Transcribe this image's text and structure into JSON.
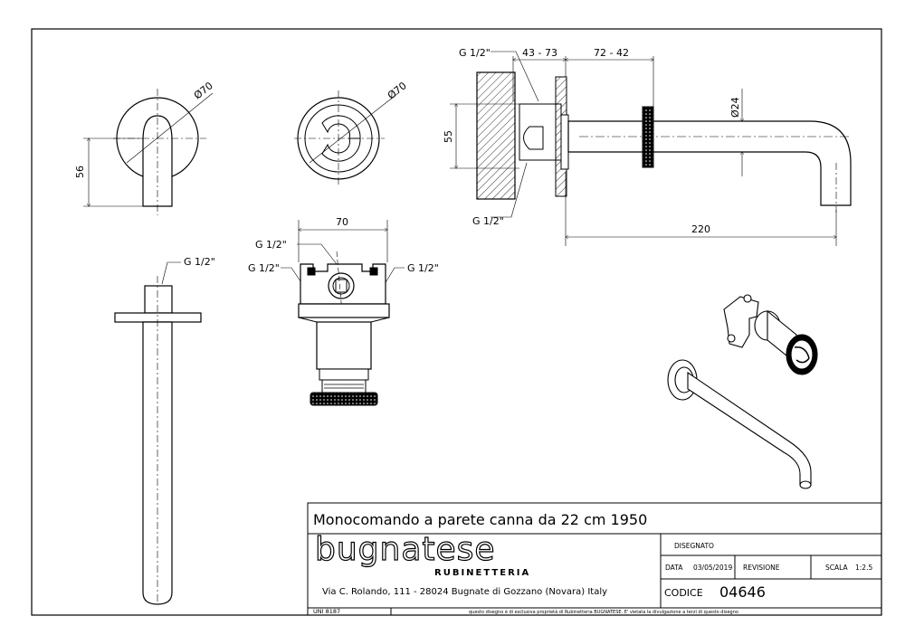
{
  "title_block": {
    "title": "Monocomando a parete canna da 22 cm 1950",
    "logo_main": "bugnatese",
    "logo_sub": "RUBINETTERIA",
    "address": "Via C. Rolando, 111 - 28024 Bugnate di Gozzano (Novara) Italy",
    "disegnato_label": "DISEGNATO",
    "data_label": "DATA",
    "data_value": "03/05/2019",
    "revisione_label": "REVISIONE",
    "scala_label": "SCALA",
    "scala_value": "1:2.5",
    "codice_label": "CODICE",
    "codice_value": "04646",
    "uni_label": "UNI 8187",
    "footer_note": "questo disegno è di esclusiva proprietà di Rubinetteria BUGNATESE. E' vietata la divulgazione a terzi di questo disegno"
  },
  "dimensions": {
    "front_diameter": "Ø70",
    "front_height": "56",
    "rosette_diameter": "Ø70",
    "thread_top": "G 1/2\"",
    "side_range_a": "43 - 73",
    "side_range_b": "72 - 42",
    "side_height": "55",
    "spout_diameter": "Ø24",
    "thread_bottom": "G 1/2\"",
    "spout_length": "220",
    "body_width": "70",
    "body_thread_top": "G 1/2\"",
    "body_thread_left": "G 1/2\"",
    "body_thread_right": "G 1/2\"",
    "pipe_thread": "G 1/2\""
  }
}
